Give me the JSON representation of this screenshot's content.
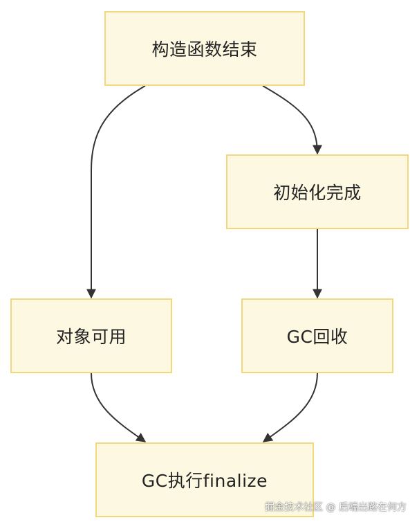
{
  "nodes": {
    "constructor_end": "构造函数结束",
    "init_complete": "初始化完成",
    "object_usable": "对象可用",
    "gc_reclaim": "GC回收",
    "gc_finalize": "GC执行finalize"
  },
  "watermark": "掘金技术社区 @ 后端出路在何方",
  "colors": {
    "node_fill": "#fdf8e1",
    "node_border": "#f2d87a",
    "edge": "#333333"
  }
}
